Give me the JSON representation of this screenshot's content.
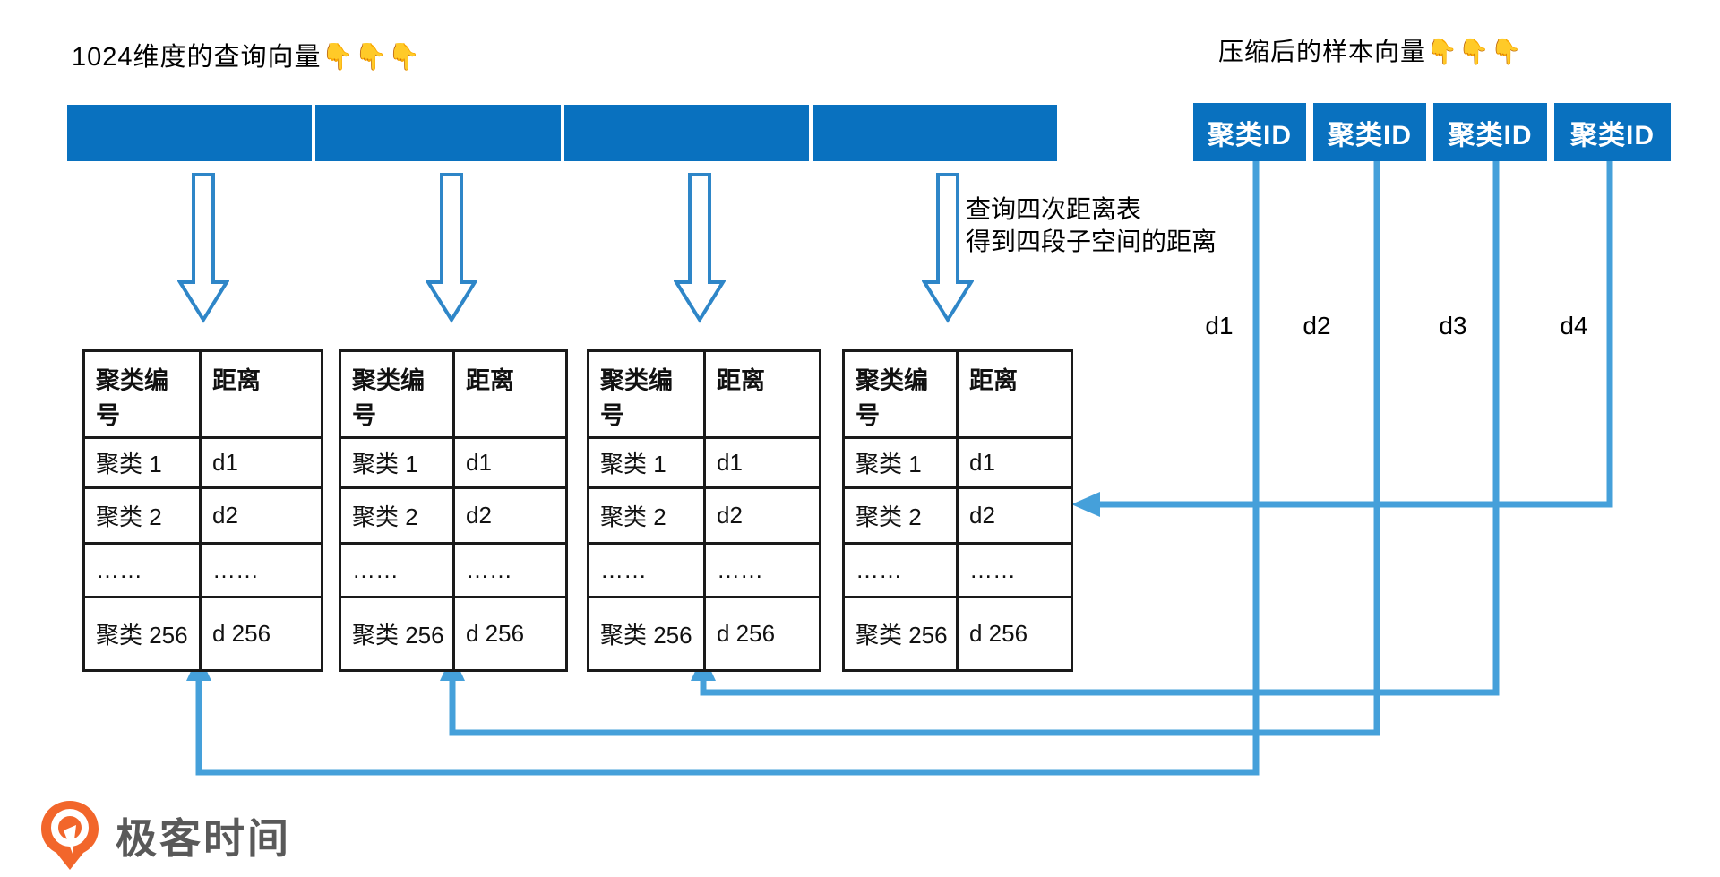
{
  "titles": {
    "query_vector": "1024维度的查询向量👇👇👇",
    "compressed_sample": "压缩后的样本向量👇👇👇"
  },
  "query_vector": {
    "segments": 4
  },
  "cluster_cells": [
    "聚类ID",
    "聚类ID",
    "聚类ID",
    "聚类ID"
  ],
  "annotation": {
    "line1": "查询四次距离表",
    "line2": "得到四段子空间的距离"
  },
  "distance_labels": [
    "d1",
    "d2",
    "d3",
    "d4"
  ],
  "distance_tables": [
    {
      "headers": [
        "聚类编号",
        "距离"
      ],
      "rows": [
        [
          "聚类 1",
          "d1"
        ],
        [
          "聚类 2",
          "d2"
        ],
        [
          "……",
          "……"
        ],
        [
          "聚类 256",
          "d 256"
        ]
      ]
    },
    {
      "headers": [
        "聚类编号",
        "距离"
      ],
      "rows": [
        [
          "聚类 1",
          "d1"
        ],
        [
          "聚类 2",
          "d2"
        ],
        [
          "……",
          "……"
        ],
        [
          "聚类 256",
          "d 256"
        ]
      ]
    },
    {
      "headers": [
        "聚类编号",
        "距离"
      ],
      "rows": [
        [
          "聚类 1",
          "d1"
        ],
        [
          "聚类 2",
          "d2"
        ],
        [
          "……",
          "……"
        ],
        [
          "聚类 256",
          "d 256"
        ]
      ]
    },
    {
      "headers": [
        "聚类编号",
        "距离"
      ],
      "rows": [
        [
          "聚类 1",
          "d1"
        ],
        [
          "聚类 2",
          "d2"
        ],
        [
          "……",
          "……"
        ],
        [
          "聚类 256",
          "d 256"
        ]
      ]
    }
  ],
  "logo": {
    "brand": "极客时间"
  },
  "colors": {
    "vector_blue": "#0971bf",
    "connector_blue": "#45a0da",
    "arrow_outline_blue": "#2e86c8",
    "logo_orange": "#f2662b"
  }
}
